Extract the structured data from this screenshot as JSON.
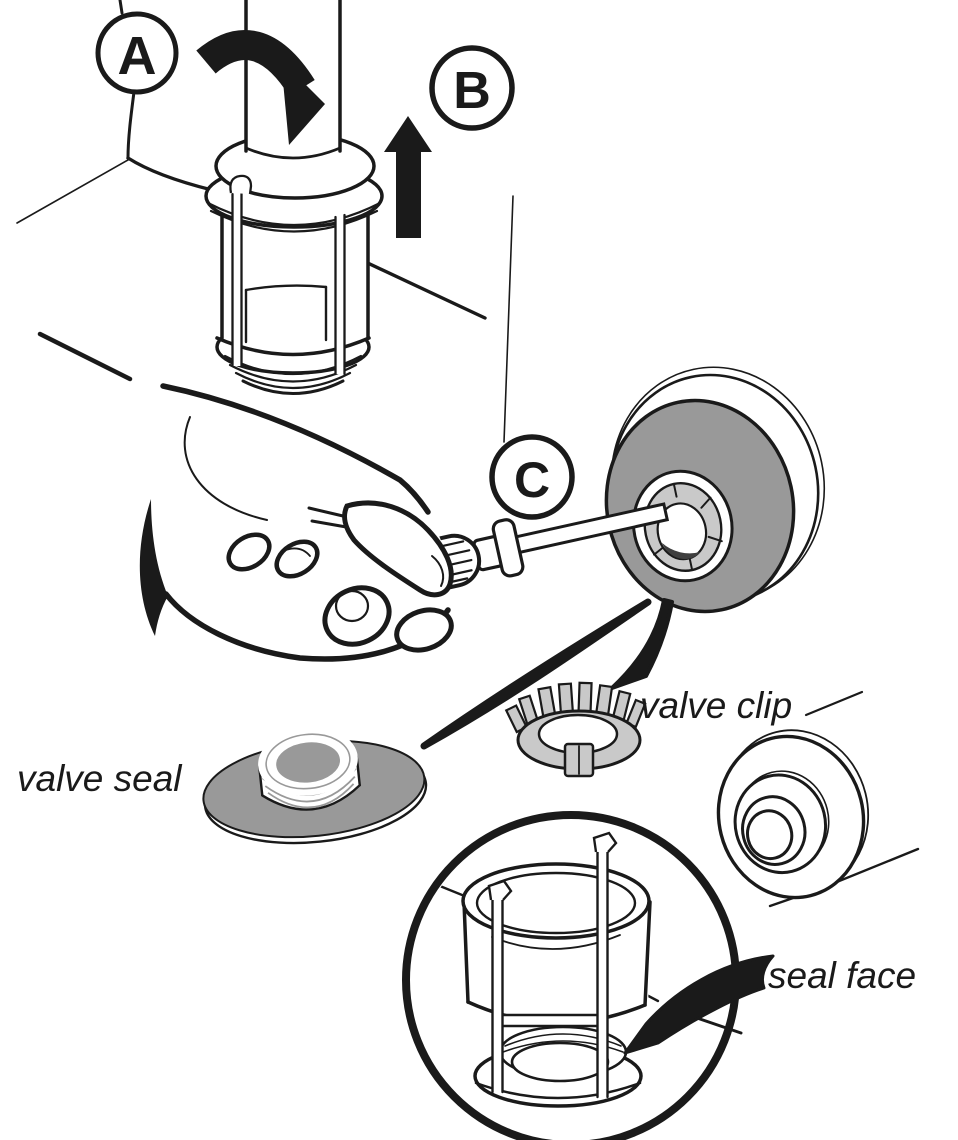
{
  "diagram": {
    "kind": "valve-service-instruction-illustration",
    "step_markers": [
      {
        "letter": "A"
      },
      {
        "letter": "B"
      },
      {
        "letter": "C"
      }
    ],
    "part_labels": [
      {
        "text": "valve seal"
      },
      {
        "text": "valve clip"
      },
      {
        "text": "seal face"
      }
    ],
    "icons": {
      "rotate_arrow": "curved-rotate-arrow",
      "lift_arrow": "up-arrow",
      "pry_motion_arrow": "curved-swoosh-arrow",
      "seal_to_valve_arrow": "curved-swoosh-arrow",
      "seal_face_arrow": "curved-swoosh-arrow"
    },
    "colors": {
      "line": "#1a1a1a",
      "part_gray": "#999999",
      "part_light_gray": "#c9c9c9",
      "shadow_dark": "#3f3f3f",
      "background": "#ffffff"
    }
  }
}
